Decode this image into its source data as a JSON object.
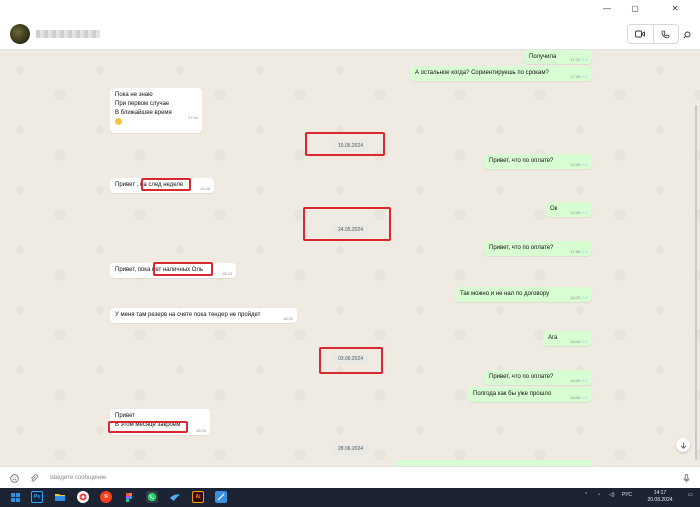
{
  "window": {
    "controls": [
      "—",
      "▢",
      "✕"
    ]
  },
  "header": {
    "contact_name_blurred": "",
    "video_icon": "video-camera-icon",
    "call_icon": "phone-icon",
    "search_icon": "search-icon"
  },
  "colors": {
    "outgoing": "#d9fdd3",
    "incoming": "#ffffff",
    "highlight": "#d9282f",
    "read_ticks": "#53bdeb",
    "taskbar": "#1c2433"
  },
  "messages": {
    "m1": {
      "text": "Получила",
      "time": "17:32"
    },
    "m2": {
      "text": "А остальное когда? Сориентируешь по срокам?",
      "time": "17:34"
    },
    "m3": {
      "line1": "Пока не знаю",
      "line2": "При первом случае",
      "line3": "В ближайшее время",
      "time": "17:34"
    },
    "date1": "15.05.2024",
    "m4": {
      "text": "Привет, что по оплате?",
      "time": "12:05"
    },
    "m5": {
      "text": "Привет , на след неделе",
      "time": "12:06"
    },
    "m6": {
      "text": "Ок",
      "time": "12:06"
    },
    "date2": "24.05.2024",
    "m7": {
      "text": "Привет, что по оплате?",
      "time": "17:59"
    },
    "m8": {
      "text": "Привет, пока нет наличных Оль",
      "time": "18:23"
    },
    "m9": {
      "text": "Так можно и не нал по договору",
      "time": "18:25"
    },
    "m10": {
      "text": "У меня там резерв на счете пока тендер не пройдет",
      "time": "18:29"
    },
    "m11": {
      "text": "Ага",
      "time": "18:42"
    },
    "date3": "03.06.2024",
    "m12": {
      "text": "Привет, что по оплате?",
      "time": "18:04"
    },
    "m13": {
      "text": "Полгода как бы уже прошло",
      "time": "18:05"
    },
    "m14": {
      "line1": "Привет",
      "line2": "В этом месяце закроем",
      "time": "18:05"
    },
    "date4": "28.06.2024"
  },
  "composer": {
    "placeholder": "Введите сообщение"
  },
  "taskbar": {
    "apps": [
      "Ps",
      "Я",
      "Ai"
    ],
    "lang": "РУС",
    "time": "14:17",
    "date": "20.08.2024"
  }
}
